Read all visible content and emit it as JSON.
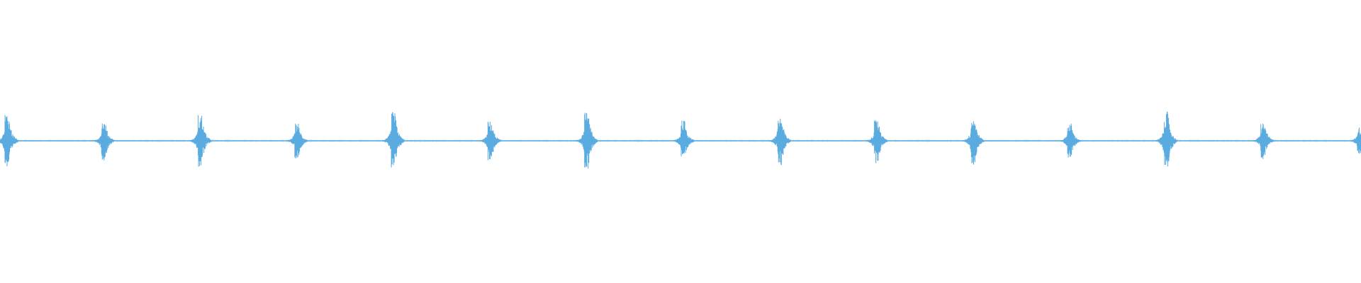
{
  "waveform": {
    "color": "#5aabdf",
    "background": "#ffffff",
    "duration_units": 14,
    "bursts": [
      {
        "t": 0.0,
        "amplitude": 0.82
      },
      {
        "t": 1.0,
        "amplitude": 0.58
      },
      {
        "t": 2.0,
        "amplitude": 0.78
      },
      {
        "t": 3.0,
        "amplitude": 0.52
      },
      {
        "t": 4.0,
        "amplitude": 0.86
      },
      {
        "t": 5.0,
        "amplitude": 0.58
      },
      {
        "t": 6.0,
        "amplitude": 0.84
      },
      {
        "t": 7.0,
        "amplitude": 0.6
      },
      {
        "t": 8.0,
        "amplitude": 0.74
      },
      {
        "t": 9.0,
        "amplitude": 0.66
      },
      {
        "t": 10.0,
        "amplitude": 0.72
      },
      {
        "t": 11.0,
        "amplitude": 0.52
      },
      {
        "t": 12.0,
        "amplitude": 0.86
      },
      {
        "t": 13.0,
        "amplitude": 0.54
      },
      {
        "t": 14.0,
        "amplitude": 0.4
      }
    ]
  }
}
